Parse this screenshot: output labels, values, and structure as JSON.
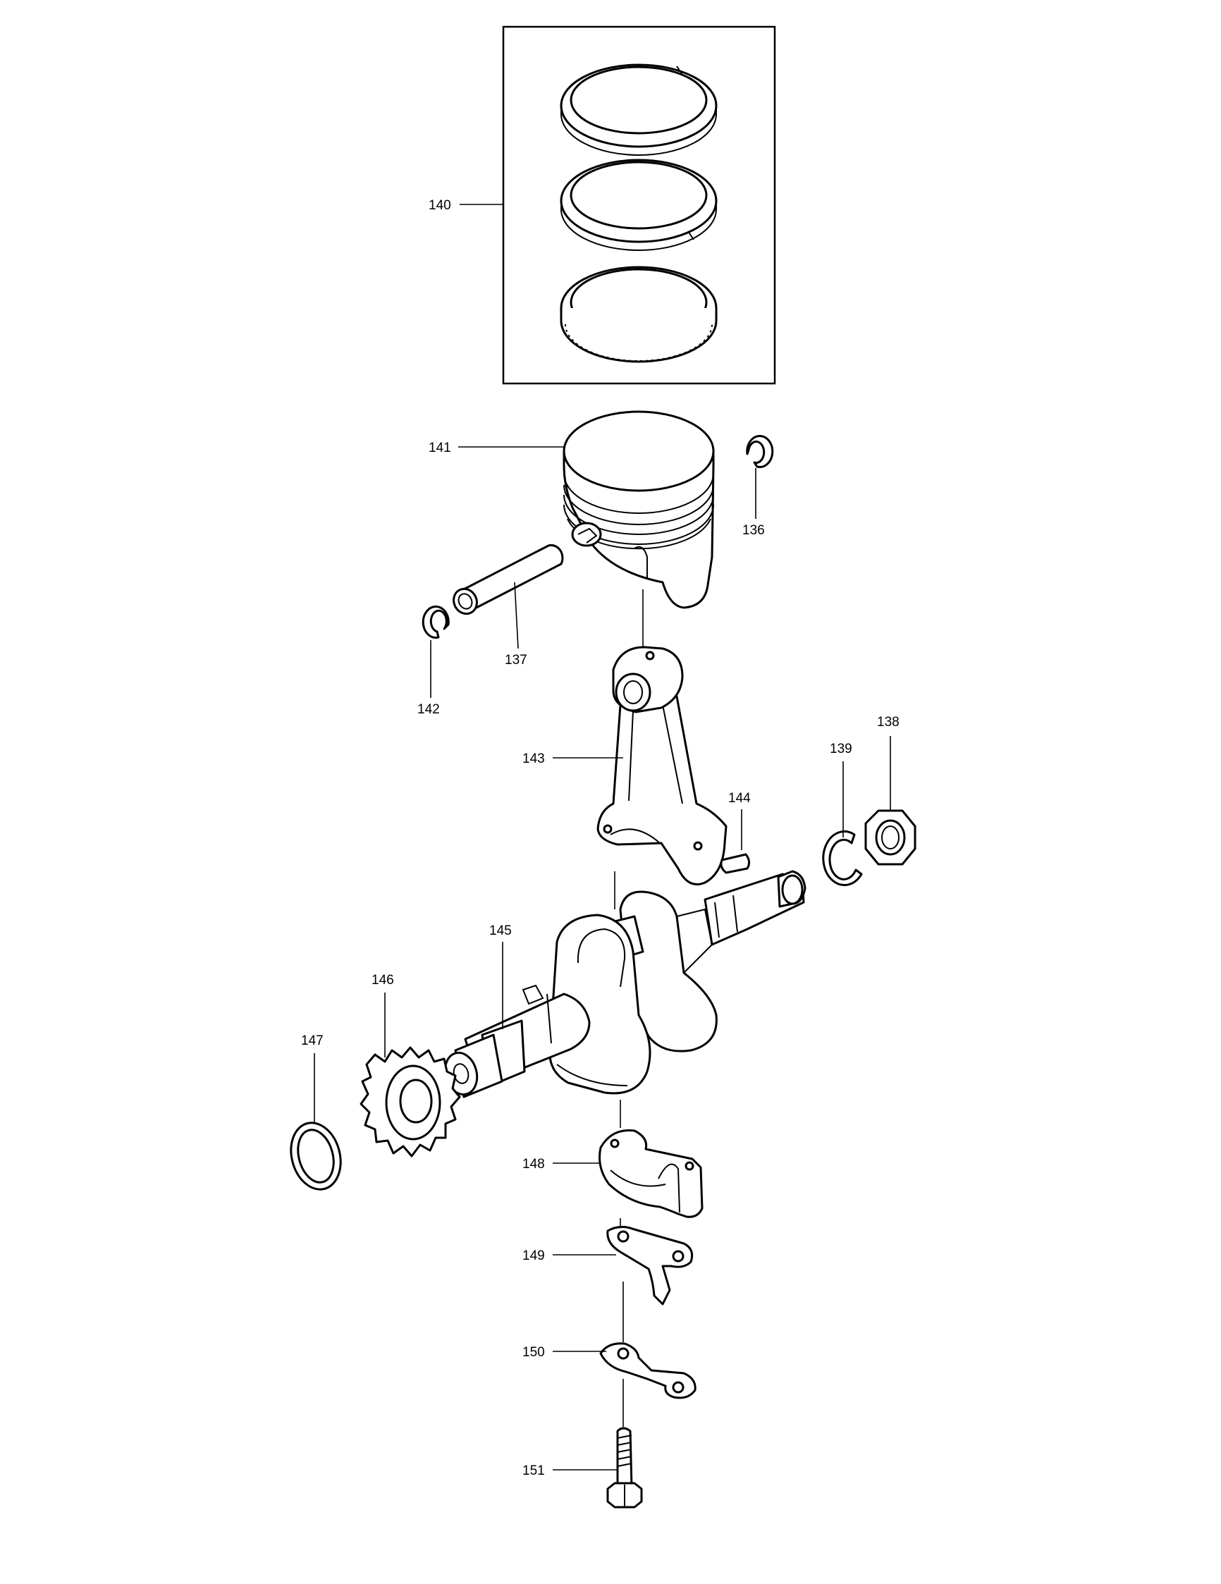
{
  "callouts": {
    "p140": "140",
    "p141": "141",
    "p136": "136",
    "p137": "137",
    "p142": "142",
    "p143": "143",
    "p144": "144",
    "p139": "139",
    "p138": "138",
    "p145": "145",
    "p146": "146",
    "p147": "147",
    "p148": "148",
    "p149": "149",
    "p150": "150",
    "p151": "151"
  }
}
